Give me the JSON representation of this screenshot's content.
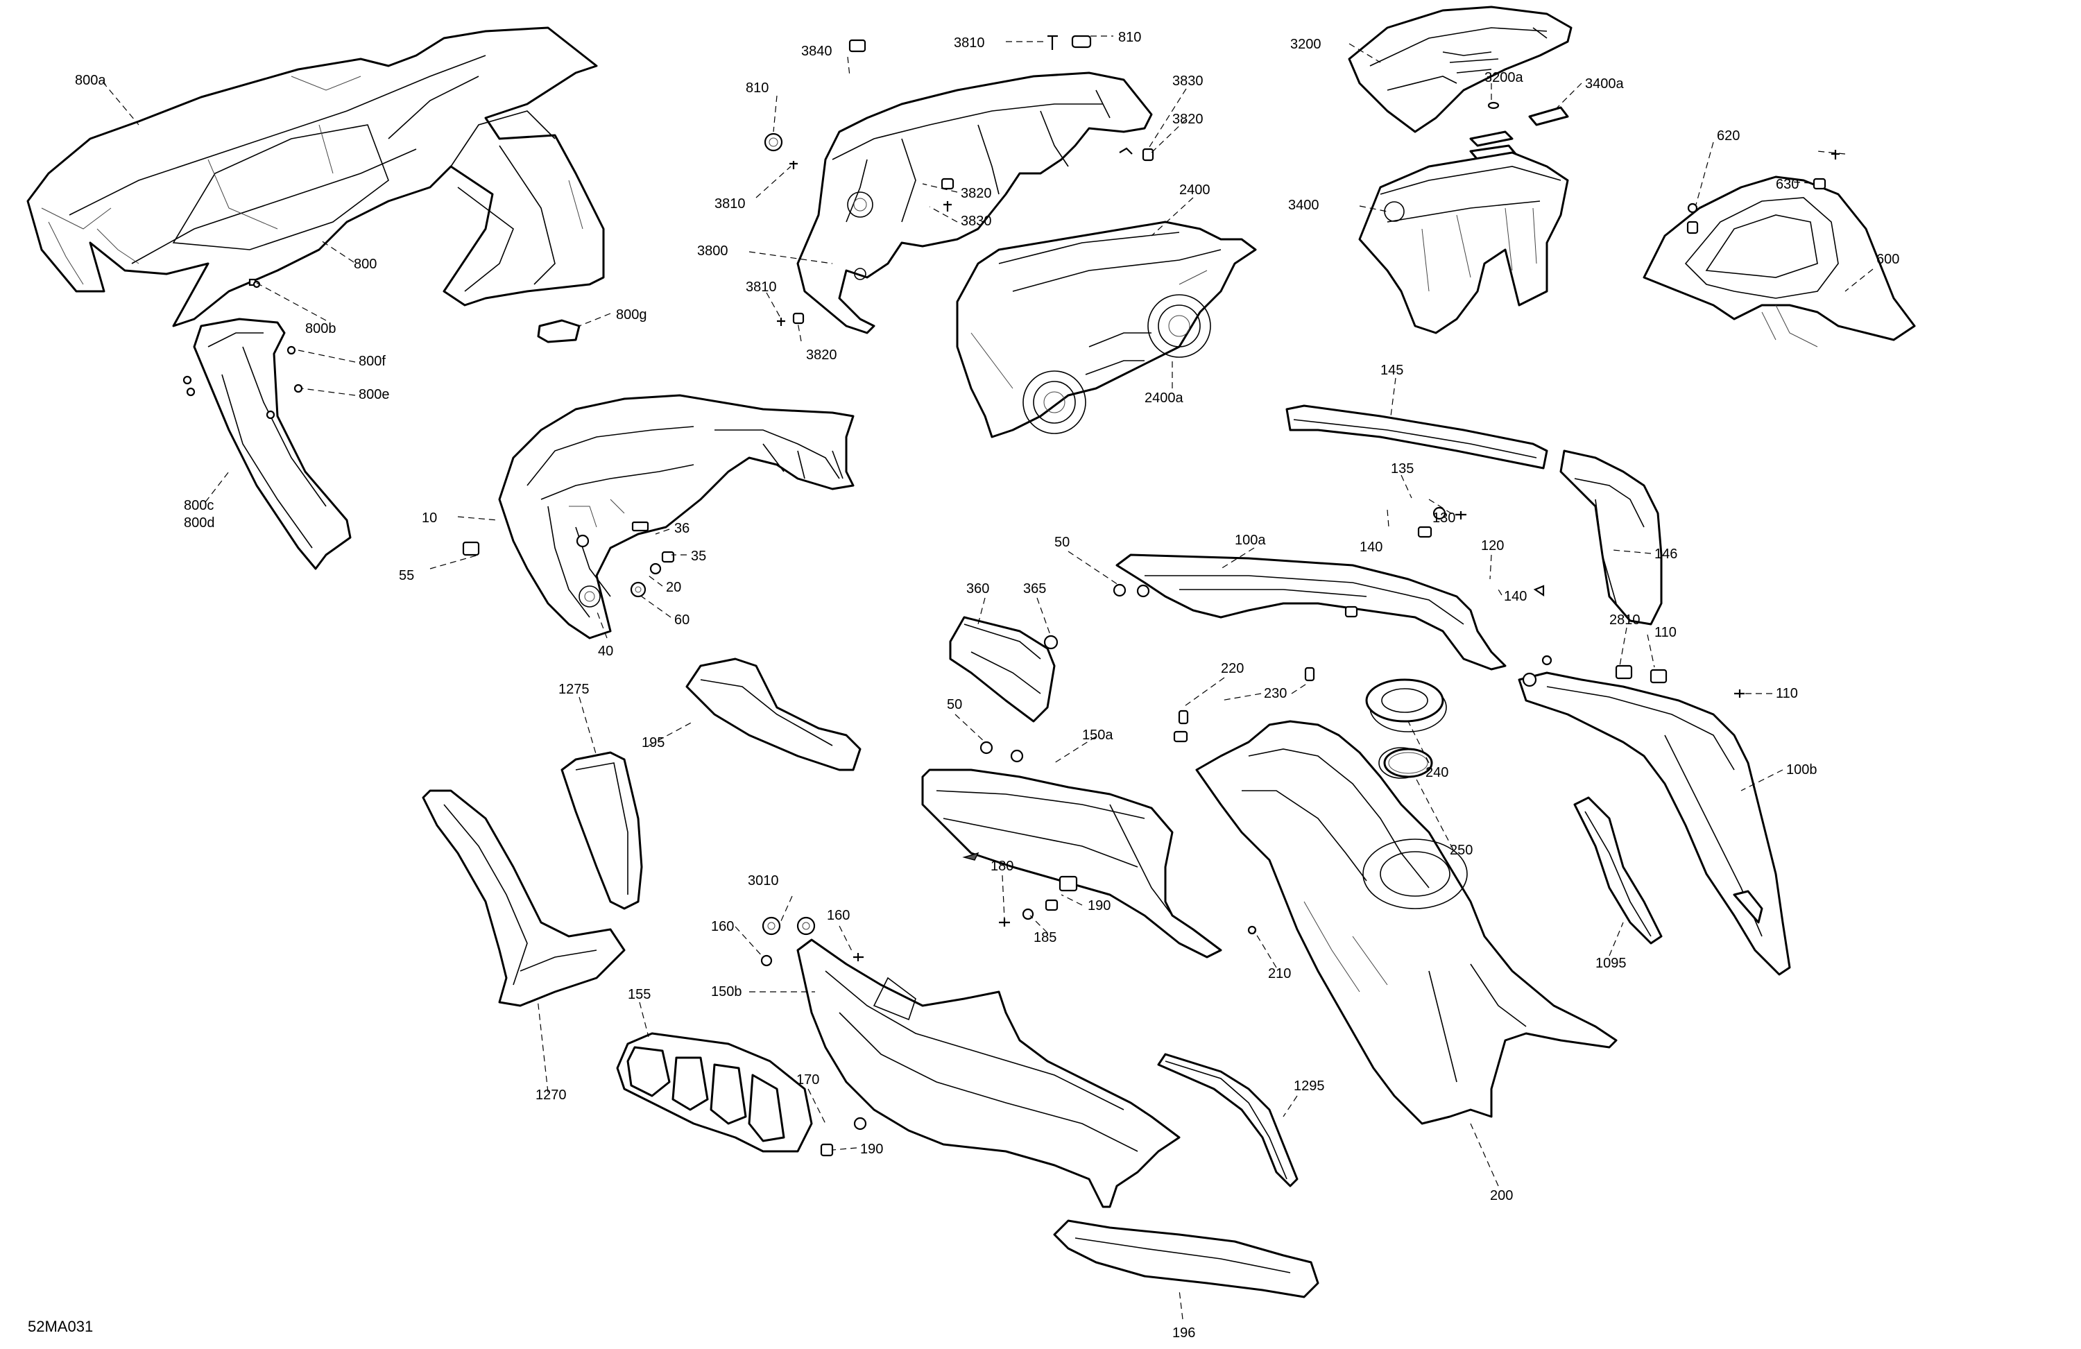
{
  "diagram_id": "52MA031",
  "callouts": {
    "c800a": "800a",
    "c800": "800",
    "c800b": "800b",
    "c800g": "800g",
    "c800f": "800f",
    "c800e": "800e",
    "c800c": "800c",
    "c800d": "800d",
    "c3840": "3840",
    "c810a": "810",
    "c3810a": "3810",
    "c810b": "810",
    "c3830a": "3830",
    "c3820a": "3820",
    "c3810b": "3810",
    "c3820b": "3820",
    "c3830b": "3830",
    "c3800": "3800",
    "c3810c": "3810",
    "c3820c": "3820",
    "c2400": "2400",
    "c2400a": "2400a",
    "c3200": "3200",
    "c3200a": "3200a",
    "c3400a": "3400a",
    "c3400": "3400",
    "c620": "620",
    "c630": "630",
    "c600": "600",
    "c145": "145",
    "c135": "135",
    "c130": "130",
    "c140a": "140",
    "c146": "146",
    "c10": "10",
    "c36": "36",
    "c35": "35",
    "c55": "55",
    "c20": "20",
    "c60": "60",
    "c40": "40",
    "c50a": "50",
    "c100a": "100a",
    "c120": "120",
    "c140b": "140",
    "c2810": "2810",
    "c110a": "110",
    "c110b": "110",
    "c100b": "100b",
    "c360": "360",
    "c365": "365",
    "c50b": "50",
    "c150a": "150a",
    "c220": "220",
    "c230": "230",
    "c240": "240",
    "c250": "250",
    "c210": "210",
    "c1275": "1275",
    "c195": "195",
    "c1270": "1270",
    "c3010": "3010",
    "c160a": "160",
    "c160b": "160",
    "c150b": "150b",
    "c155": "155",
    "c170": "170",
    "c190a": "190",
    "c180": "180",
    "c185": "185",
    "c190b": "190",
    "c1095": "1095",
    "c1295": "1295",
    "c200": "200",
    "c196": "196"
  }
}
